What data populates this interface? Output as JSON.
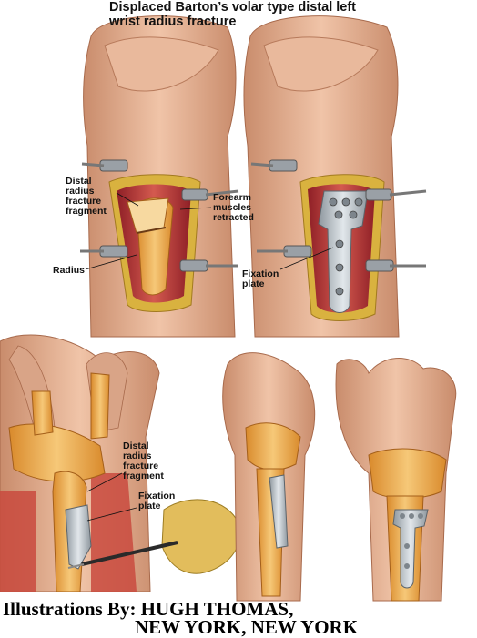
{
  "title": {
    "line1": "Displaced Barton’s volar type distal left",
    "line2": "wrist radius fracture"
  },
  "labels": {
    "distal_fragment_top": [
      "Distal",
      "radius",
      "fracture",
      "fragment"
    ],
    "forearm_muscles": [
      "Forearm",
      "muscles",
      "retracted"
    ],
    "radius": "Radius",
    "fixation_plate_top": [
      "Fixation",
      "plate"
    ],
    "distal_fragment_bottom": [
      "Distal",
      "radius",
      "fracture",
      "fragment"
    ],
    "fixation_plate_bottom": [
      "Fixation",
      "plate"
    ]
  },
  "credit": {
    "line1": "Illustrations By: HUGH THOMAS,",
    "line2": "NEW YORK, NEW YORK"
  },
  "colors": {
    "skin": "#e8b79a",
    "skin_shadow": "#c98c6c",
    "muscle": "#b8343a",
    "bone": "#f2b35a",
    "plate": "#b9c2c9",
    "retractor": "#8c8f94",
    "glove": "#e2bd5c"
  }
}
